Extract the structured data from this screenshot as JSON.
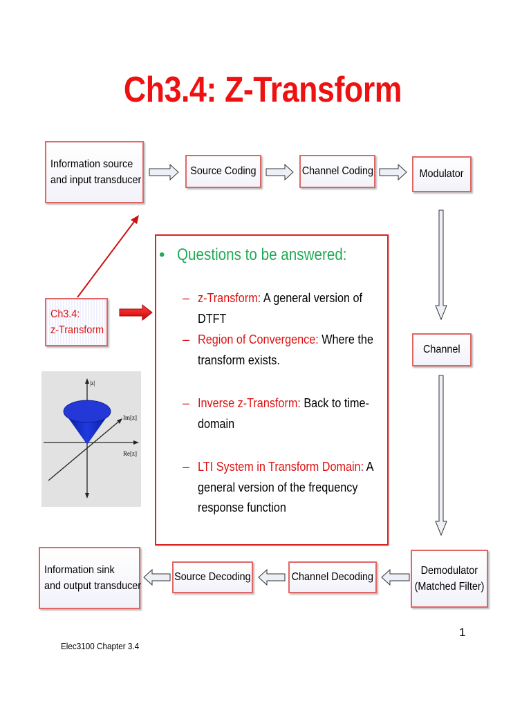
{
  "title": "Ch3.4: Z-Transform",
  "blocks": {
    "info_source": [
      "Information source",
      "and input transducer"
    ],
    "source_coding": "Source Coding",
    "channel_coding": "Channel Coding",
    "modulator": "Modulator",
    "channel": "Channel",
    "demodulator": [
      "Demodulator",
      "(Matched Filter)"
    ],
    "channel_decoding": "Channel Decoding",
    "source_decoding": "Source Decoding",
    "info_sink": [
      "Information sink",
      "and output transducer"
    ],
    "chapter": [
      "Ch3.4:",
      "z-Transform"
    ]
  },
  "questions": {
    "heading": "Questions to be answered:",
    "items": [
      {
        "term": "z-Transform:",
        "text": " A general version of DTFT"
      },
      {
        "term": "Region of Convergence:",
        "text": " Where the transform exists."
      },
      {
        "term": "Inverse z-Transform:",
        "text": " Back to time-domain"
      },
      {
        "term": "LTI System in Transform Domain:",
        "text": " A general version of the frequency response function"
      }
    ]
  },
  "plot_labels": {
    "z_axis": "|z|",
    "im_axis": "Im[z]",
    "re_axis": "Re[z]"
  },
  "footer": "Elec3100 Chapter 3.4",
  "page_number": "1",
  "colors": {
    "title": "#ee1111",
    "box_border": "#e06666",
    "heading": "#22aa55",
    "term": "#dd1111",
    "cone": "#1a2fd0"
  }
}
